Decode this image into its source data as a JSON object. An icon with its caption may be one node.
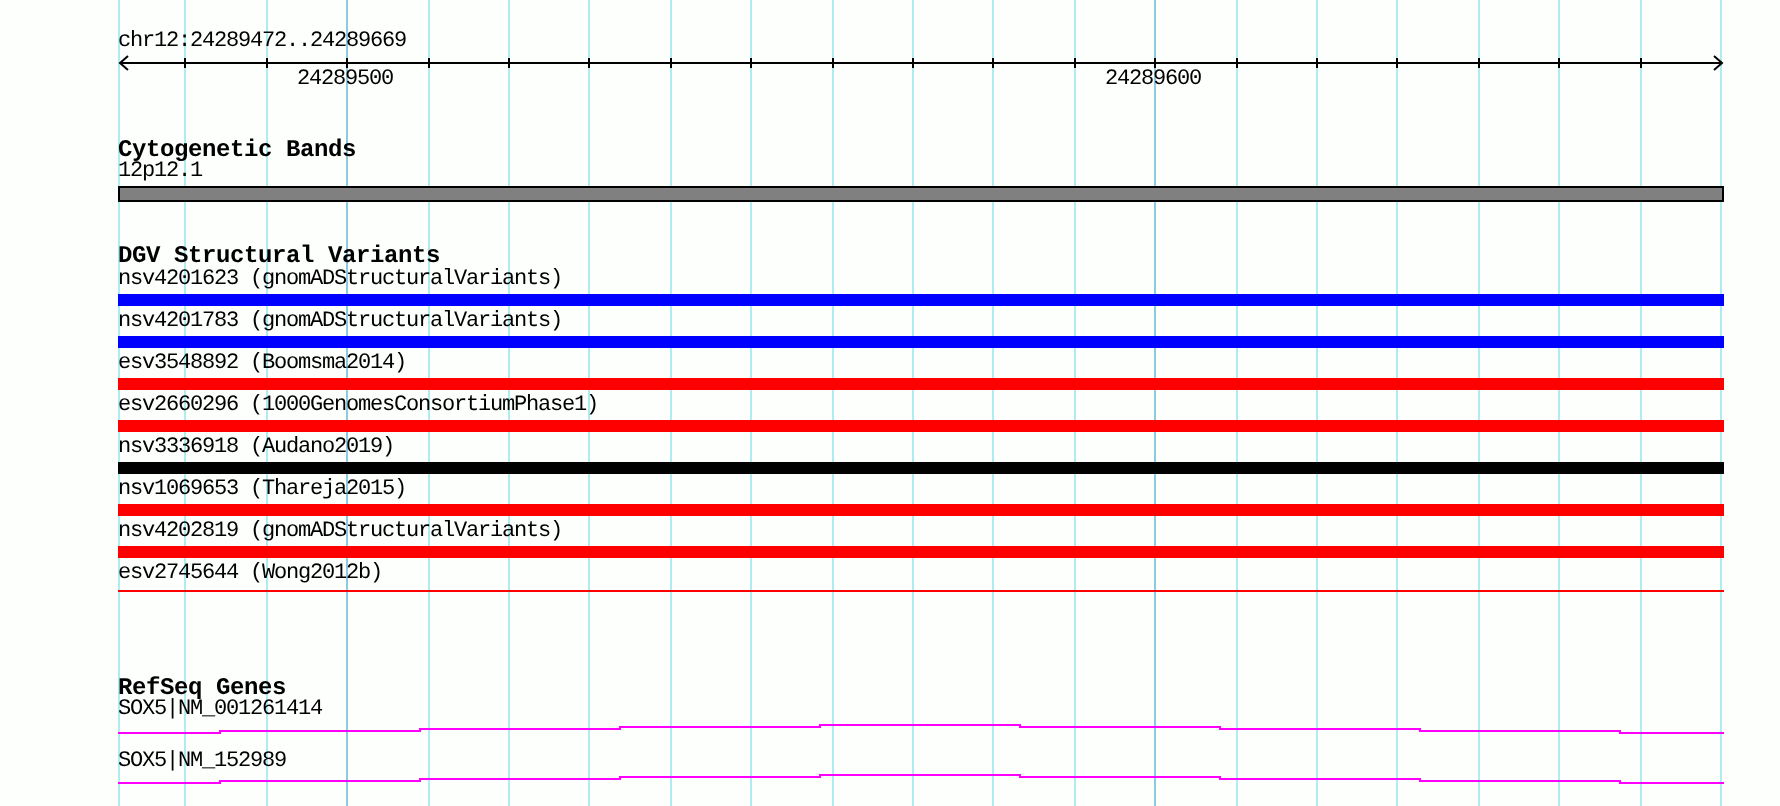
{
  "diagram": {
    "nodes": [
      {
        "text": [],
        "shape": "bar",
        "beside": [
          "12p12.1"
        ]
      },
      {
        "text": [],
        "shape": "bar",
        "beside": [
          "nsv4201623 (gnomADStructuralVariants)"
        ]
      },
      {
        "text": [],
        "shape": "bar",
        "beside": [
          "nsv4201783 (gnomADStructuralVariants)"
        ]
      },
      {
        "text": [],
        "shape": "bar",
        "beside": [
          "esv3548892 (Boomsma2014)"
        ]
      },
      {
        "text": [],
        "shape": "bar",
        "beside": [
          "esv2660296 (1000GenomesConsortiumPhase1)"
        ]
      },
      {
        "text": [],
        "shape": "bar",
        "beside": [
          "nsv3336918 (Audano2019)"
        ]
      },
      {
        "text": [],
        "shape": "bar",
        "beside": [
          "nsv1069653 (Thareja2015)"
        ]
      },
      {
        "text": [],
        "shape": "bar",
        "beside": [
          "nsv4202819 (gnomADStructuralVariants)"
        ]
      },
      {
        "text": [],
        "shape": "bar",
        "beside": [
          "esv2745644 (Wong2012b)"
        ]
      },
      {
        "text": [],
        "shape": "line",
        "beside": [
          "SOX5|NM_001261414"
        ]
      },
      {
        "text": [],
        "shape": "line",
        "beside": [
          "SOX5|NM_152989"
        ]
      }
    ],
    "labels": [
      "chr12:24289472..24289669",
      "24289500",
      "24289600",
      "Cytogenetic Bands",
      "DGV Structural Variants",
      "RefSeq Genes"
    ]
  }
}
